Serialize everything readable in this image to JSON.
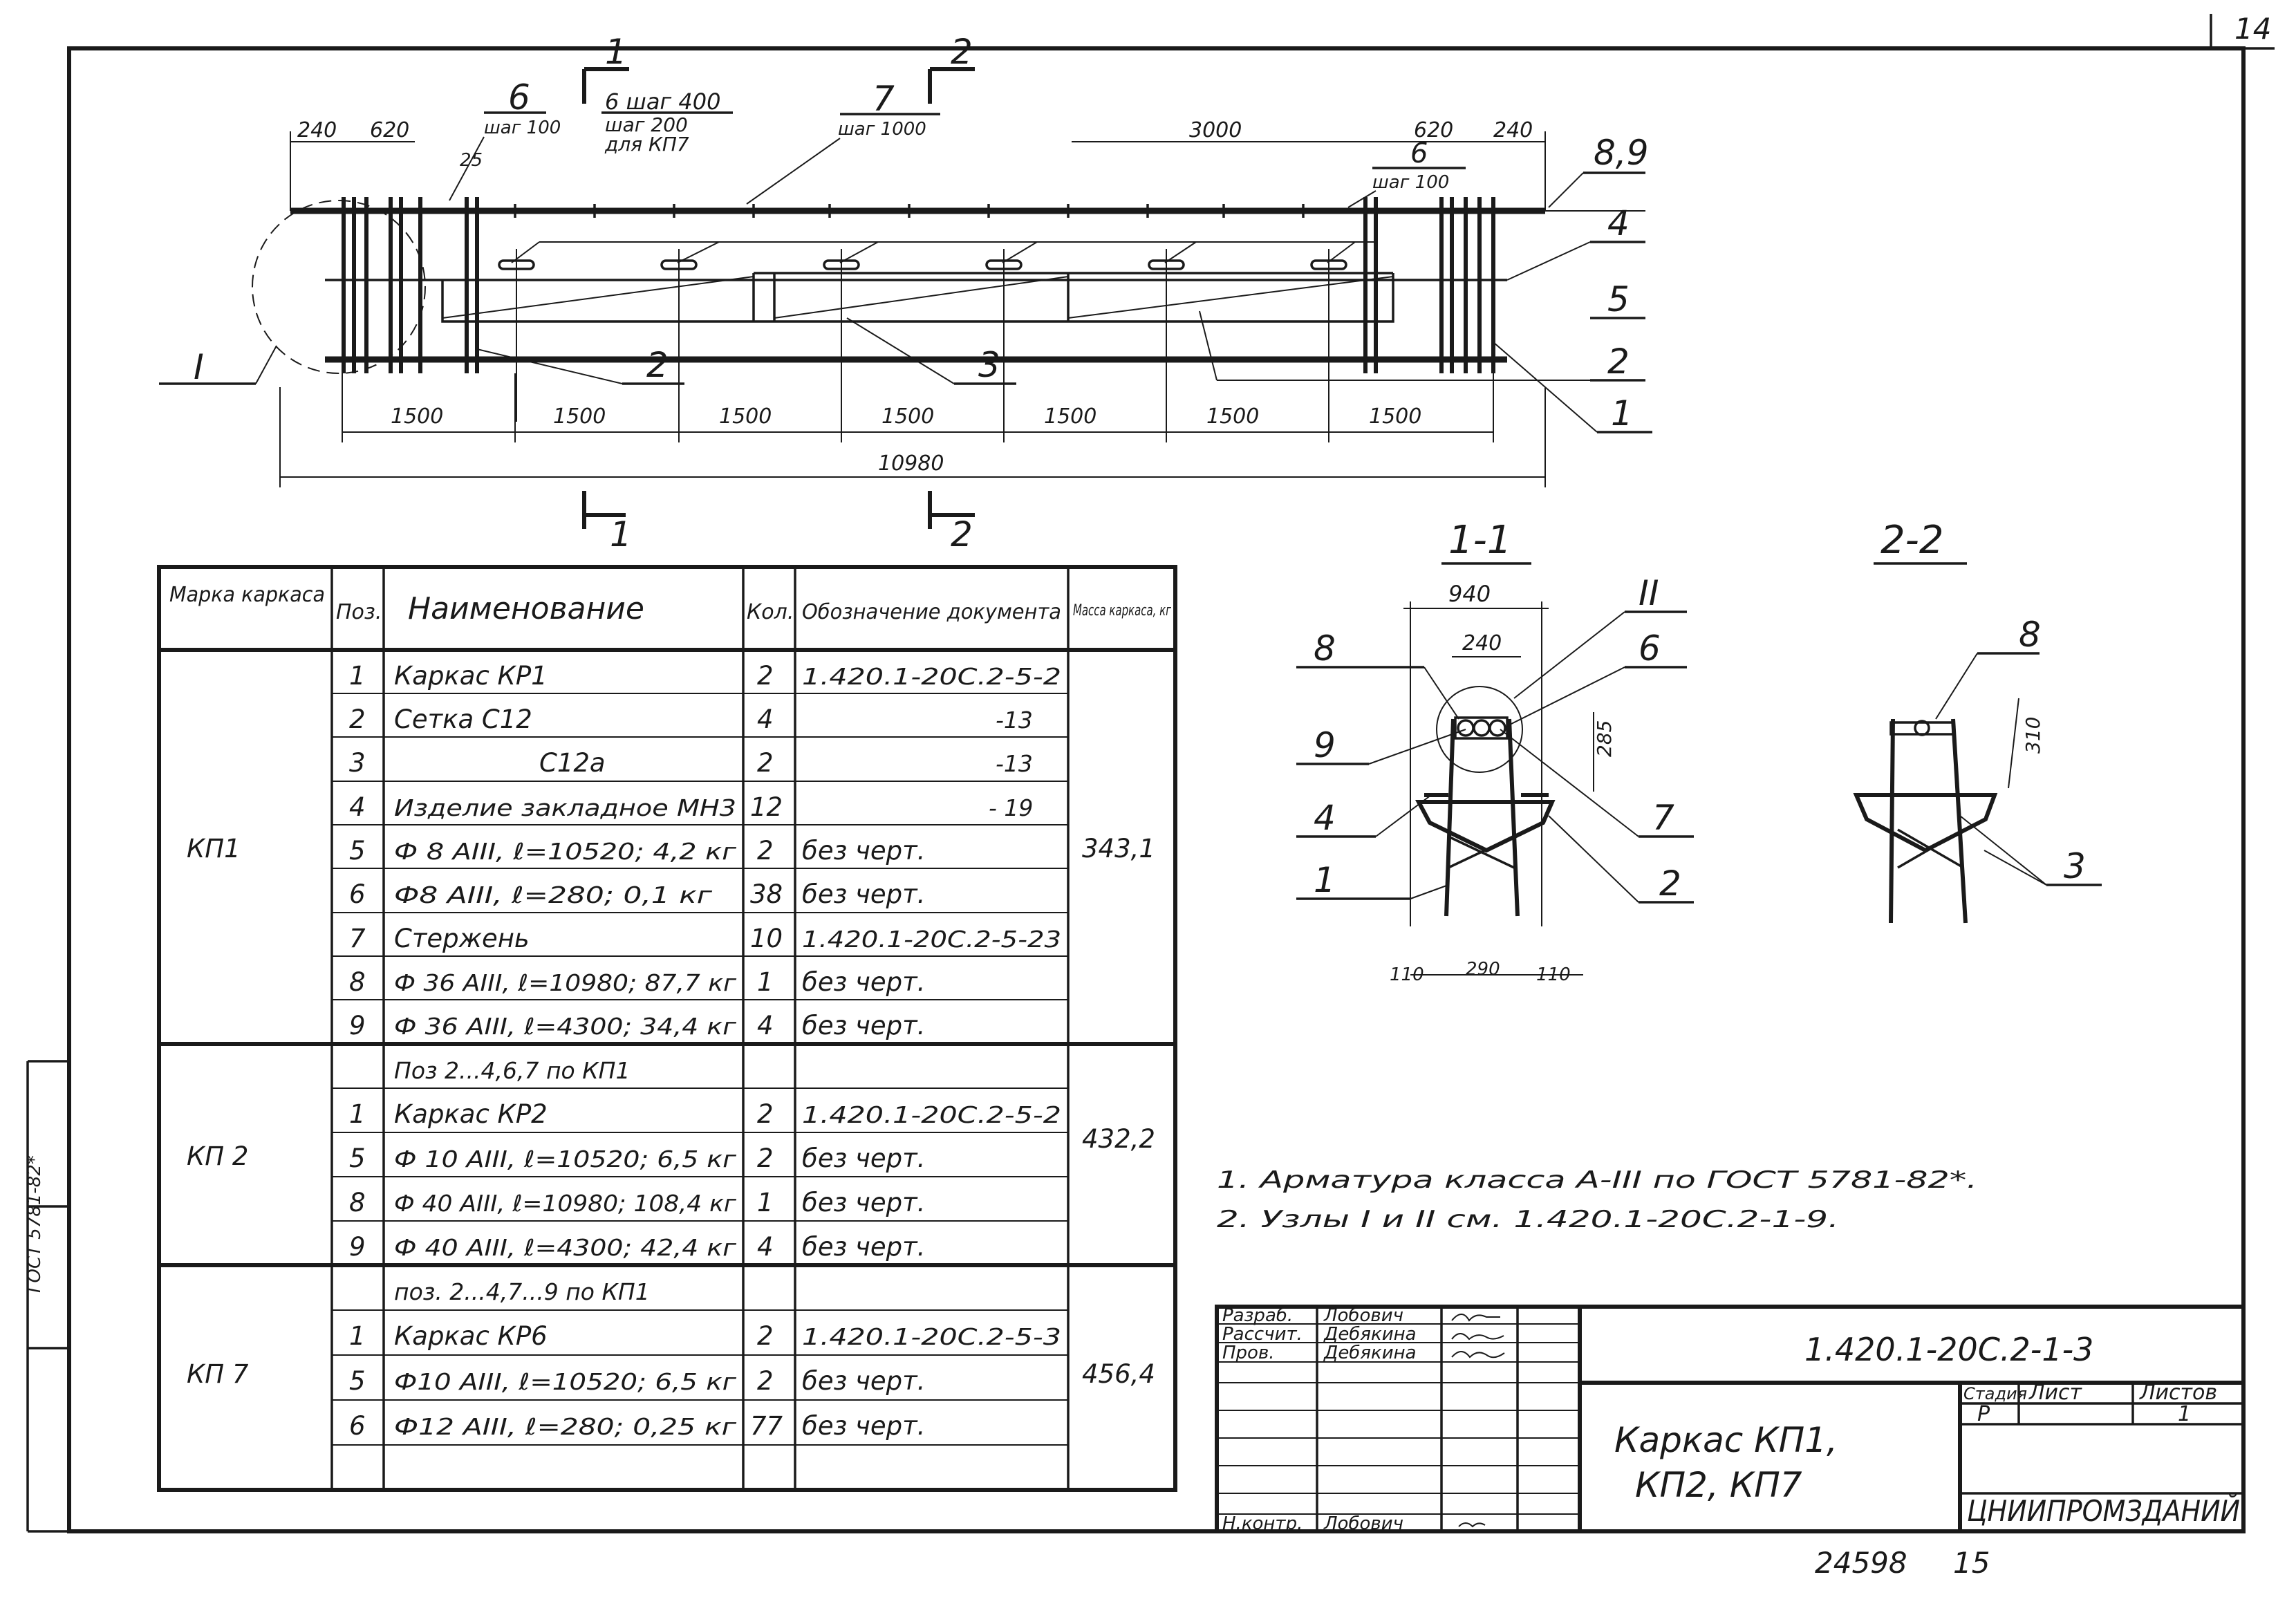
{
  "sheet": {
    "page_number": "14",
    "archive_number": "24598",
    "archive_page": "15"
  },
  "elevation": {
    "section_marks": [
      "1",
      "2"
    ],
    "node_mark": "I",
    "dims_top": [
      "240",
      "620",
      "3000",
      "620",
      "240"
    ],
    "dims_bottom": [
      "1500",
      "1500",
      "1500",
      "1500",
      "1500",
      "1500",
      "1500"
    ],
    "dim_total": "10980",
    "dim_25": "25",
    "callouts": {
      "pos6_left": {
        "num": "6",
        "step": "шаг 100"
      },
      "pos6_mid": {
        "line1": "6 шаг 400",
        "line2": "шаг 200",
        "line3": "для КП7"
      },
      "pos7": {
        "num": "7",
        "step": "шаг 1000"
      },
      "pos6_right": {
        "num": "6",
        "step": "шаг 100"
      },
      "right_side": [
        "8,9",
        "4",
        "5",
        "2",
        "1"
      ],
      "bottom": [
        "2",
        "3"
      ]
    }
  },
  "section_1": {
    "title": "1-1",
    "dims": [
      "940",
      "240",
      "285",
      "110",
      "290",
      "110"
    ],
    "node_mark": "II",
    "labels": [
      "8",
      "6",
      "9",
      "7",
      "4",
      "1",
      "2"
    ]
  },
  "section_2": {
    "title": "2-2",
    "dim": "310",
    "labels": [
      "8",
      "3"
    ]
  },
  "spec_table": {
    "headers": {
      "mark": "Марка каркаса",
      "pos": "Поз.",
      "name": "Наименование",
      "qty": "Кол.",
      "doc": "Обозначение документа",
      "mass": "Масса каркаса, кг"
    },
    "groups": [
      {
        "mark": "КП1",
        "mass": "343,1",
        "rows": [
          {
            "pos": "1",
            "name": "Каркас КР1",
            "qty": "2",
            "doc": "1.420.1-20С.2-5-2"
          },
          {
            "pos": "2",
            "name": "Сетка С12",
            "qty": "4",
            "doc": "-13"
          },
          {
            "pos": "3",
            "name": "С12а",
            "qty": "2",
            "doc": "-13"
          },
          {
            "pos": "4",
            "name": "Изделие закладное МН3",
            "qty": "12",
            "doc": "- 19"
          },
          {
            "pos": "5",
            "name": "Ф 8 АIII, ℓ=10520; 4,2 кг",
            "qty": "2",
            "doc": "без черт."
          },
          {
            "pos": "6",
            "name": "Ф8 АIII, ℓ=280; 0,1 кг",
            "qty": "38",
            "doc": "без черт."
          },
          {
            "pos": "7",
            "name": "Стержень",
            "qty": "10",
            "doc": "1.420.1-20С.2-5-23"
          },
          {
            "pos": "8",
            "name": "Ф 36 АIII, ℓ=10980; 87,7 кг",
            "qty": "1",
            "doc": "без черт."
          },
          {
            "pos": "9",
            "name": "Ф 36 АIII, ℓ=4300; 34,4 кг",
            "qty": "4",
            "doc": "без черт."
          }
        ]
      },
      {
        "mark": "КП 2",
        "mass": "432,2",
        "rows": [
          {
            "pos": "",
            "name": "Поз 2...4,6,7 по КП1",
            "qty": "",
            "doc": ""
          },
          {
            "pos": "1",
            "name": "Каркас КР2",
            "qty": "2",
            "doc": "1.420.1-20С.2-5-2"
          },
          {
            "pos": "5",
            "name": "Ф 10 АIII, ℓ=10520; 6,5 кг",
            "qty": "2",
            "doc": "без черт."
          },
          {
            "pos": "8",
            "name": "Ф 40 АIII, ℓ=10980; 108,4 кг",
            "qty": "1",
            "doc": "без черт."
          },
          {
            "pos": "9",
            "name": "Ф 40 АIII, ℓ=4300; 42,4 кг",
            "qty": "4",
            "doc": "без черт."
          }
        ]
      },
      {
        "mark": "КП 7",
        "mass": "456,4",
        "rows": [
          {
            "pos": "",
            "name": "поз. 2...4,7...9 по КП1",
            "qty": "",
            "doc": ""
          },
          {
            "pos": "1",
            "name": "Каркас КР6",
            "qty": "2",
            "doc": "1.420.1-20С.2-5-3"
          },
          {
            "pos": "5",
            "name": "Ф10 АIII, ℓ=10520; 6,5 кг",
            "qty": "2",
            "doc": "без черт."
          },
          {
            "pos": "6",
            "name": "Ф12 АIII, ℓ=280; 0,25 кг",
            "qty": "77",
            "doc": "без черт."
          },
          {
            "pos": "",
            "name": "",
            "qty": "",
            "doc": ""
          }
        ]
      }
    ]
  },
  "notes": [
    "1. Арматура класса А-III по ГОСТ 5781-82*.",
    "2. Узлы I и II см. 1.420.1-20С.2-1-9."
  ],
  "title_block": {
    "roles": [
      {
        "role": "Разраб.",
        "name": "Лобович"
      },
      {
        "role": "Рассчит.",
        "name": "Дебякина"
      },
      {
        "role": "Пров.",
        "name": "Дебякина"
      },
      {
        "role": "Н.контр.",
        "name": "Лобович"
      }
    ],
    "document_code": "1.420.1-20С.2-1-3",
    "title_line1": "Каркас КП1,",
    "title_line2": "КП2, КП7",
    "stage_label": "Стадия",
    "sheet_label": "Лист",
    "sheets_label": "Листов",
    "stage": "Р",
    "sheets_total": "1",
    "organization": "ЦНИИПРОМЗДАНИЙ"
  },
  "left_strip": {
    "stamp": "ГОСТ 5781-82*"
  }
}
